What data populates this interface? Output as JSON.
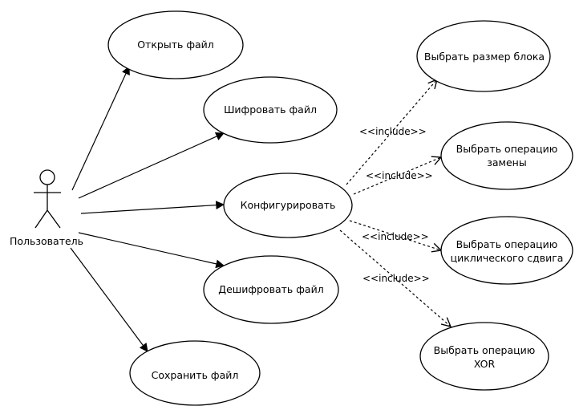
{
  "actor": {
    "label": "Пользователь",
    "icon": "stick-figure-icon"
  },
  "use_cases": {
    "open_file": "Открыть файл",
    "encrypt_file": "Шифровать файл",
    "configure": "Конфигурировать",
    "decrypt_file": "Дешифровать файл",
    "save_file": "Сохранить файл",
    "block_size": "Выбрать размер блока",
    "replace_op": [
      "Выбрать операцию",
      "замены"
    ],
    "shift_op": [
      "Выбрать операцию",
      "циклического сдвига"
    ],
    "xor_op": [
      "Выбрать операцию",
      "XOR"
    ]
  },
  "include_label": "<<include>>",
  "colors": {
    "stroke": "#000000",
    "fill": "#ffffff"
  }
}
